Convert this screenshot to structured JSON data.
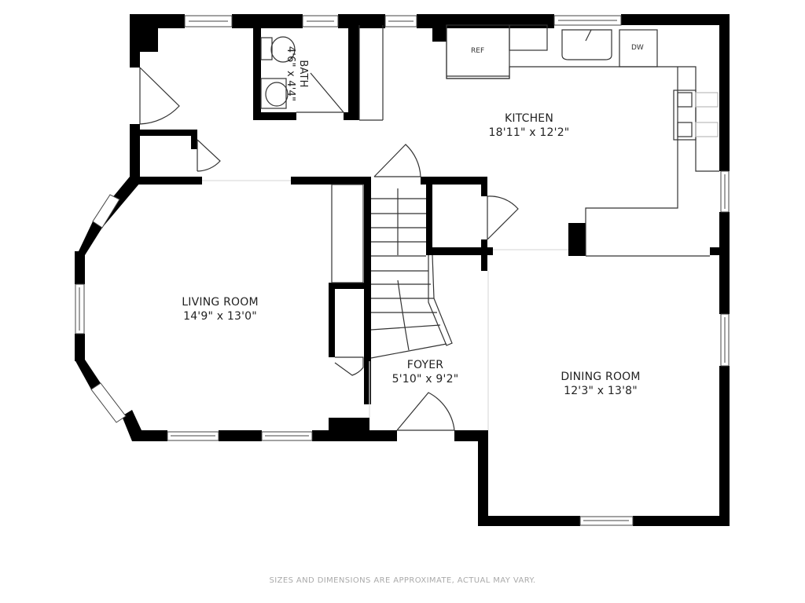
{
  "floorplan": {
    "rooms": [
      {
        "id": "kitchen",
        "name": "KITCHEN",
        "dimensions": "18'11\" x 12'2\""
      },
      {
        "id": "living-room",
        "name": "LIVING ROOM",
        "dimensions": "14'9\" x 13'0\""
      },
      {
        "id": "foyer",
        "name": "FOYER",
        "dimensions": "5'10\" x 9'2\""
      },
      {
        "id": "dining-room",
        "name": "DINING ROOM",
        "dimensions": "12'3\" x 13'8\""
      },
      {
        "id": "bath",
        "name": "BATH",
        "dimensions": "4'6\" x 4'4\""
      }
    ],
    "appliances": {
      "refrigerator": "REF",
      "dishwasher": "DW"
    },
    "colors": {
      "wall": "#000000",
      "line": "#333333",
      "background": "#ffffff",
      "disclaimer": "#aaaaaa"
    }
  },
  "disclaimer": "SIZES AND DIMENSIONS ARE APPROXIMATE, ACTUAL MAY VARY."
}
